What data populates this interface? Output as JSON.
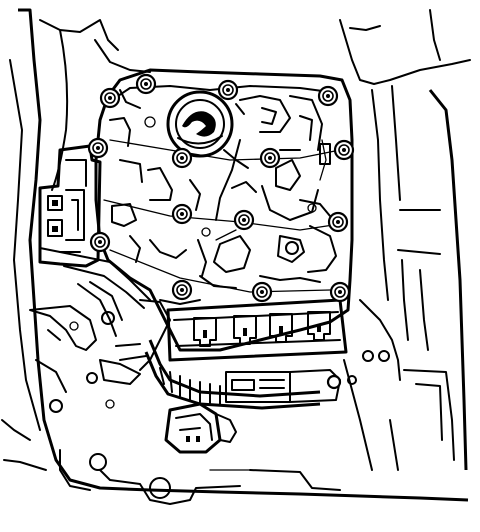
{
  "figure": {
    "kind": "line-drawing",
    "subject": "valve-body"
  },
  "colors": {
    "ink": "#000000",
    "paper": "#ffffff"
  },
  "bolts": [
    {
      "id": "bolt-1"
    },
    {
      "id": "bolt-2"
    },
    {
      "id": "bolt-3"
    },
    {
      "id": "bolt-4"
    },
    {
      "id": "bolt-5"
    },
    {
      "id": "bolt-6"
    },
    {
      "id": "bolt-7"
    },
    {
      "id": "bolt-8"
    },
    {
      "id": "bolt-9"
    },
    {
      "id": "bolt-10"
    },
    {
      "id": "bolt-11"
    },
    {
      "id": "bolt-12"
    },
    {
      "id": "bolt-13"
    },
    {
      "id": "bolt-14"
    },
    {
      "id": "bolt-15"
    }
  ]
}
